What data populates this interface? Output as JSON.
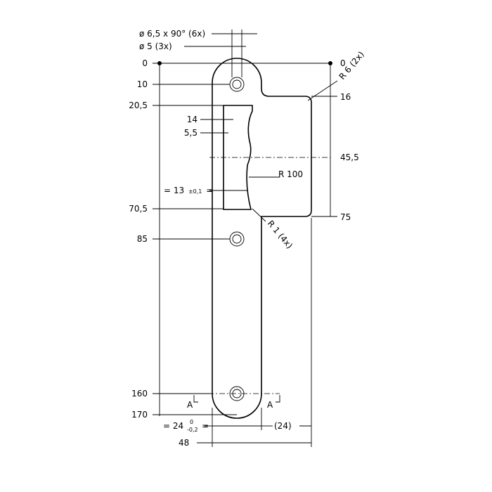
{
  "hole_notes": {
    "countersink": "ø 6,5 x 90° (6x)",
    "bore": "ø 5 (3x)"
  },
  "left_dims": {
    "d0": "0",
    "d10": "10",
    "d20": "20,5",
    "d70": "70,5",
    "d85": "85",
    "d160": "160",
    "d170": "170"
  },
  "right_dims": {
    "r0": "0",
    "r16": "16",
    "r45": "45,5",
    "r75": "75"
  },
  "radii": {
    "r6": "R 6 (2x)",
    "r100": "R 100",
    "r1": "R 1 (4x)"
  },
  "inner_dims": {
    "d14": "14",
    "d5_5": "5,5",
    "d13_prefix": "= 13",
    "d13_tol": "±0,1",
    "d13_suffix": "="
  },
  "bottom_dims": {
    "w24_prefix": "= 24",
    "w24_tol_upper": "0",
    "w24_tol_lower": "-0,2",
    "w24_suffix": "=",
    "w24_ref": "(24)",
    "w48": "48"
  },
  "section_marks": {
    "left": "A",
    "right": "A"
  }
}
